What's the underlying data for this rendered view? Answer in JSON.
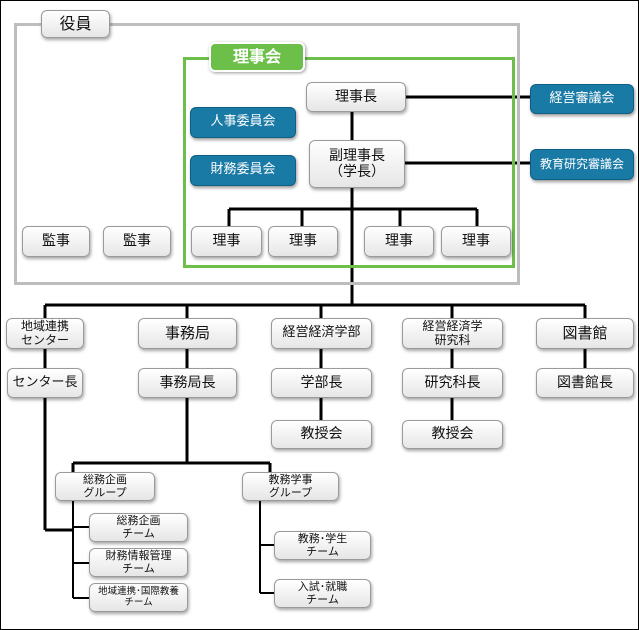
{
  "officers_label": "役員",
  "board_label": "理事会",
  "board": {
    "chair": "理事長",
    "vice_chair": "副理事長\n（学長）",
    "hr_committee": "人事委員会",
    "finance_committee": "財務委員会",
    "directors": [
      "理事",
      "理事",
      "理事",
      "理事"
    ]
  },
  "auditors": [
    "監事",
    "監事"
  ],
  "councils": {
    "management": "経営審議会",
    "education_research": "教育研究審議会"
  },
  "units": {
    "regional_center": {
      "name": "地域連携\nセンター",
      "head": "センター長"
    },
    "secretariat": {
      "name": "事務局",
      "head": "事務局長"
    },
    "faculty": {
      "name": "経営経済学部",
      "head": "学部長",
      "council": "教授会"
    },
    "graduate_school": {
      "name": "経営経済学\n研究科",
      "head": "研究科長",
      "council": "教授会"
    },
    "library": {
      "name": "図書館",
      "head": "図書館長"
    }
  },
  "groups": {
    "general_affairs": {
      "name": "総務企画\nグループ",
      "teams": [
        "総務企画\nチーム",
        "財務情報管理\nチーム",
        "地域連携･国際教養\nチーム"
      ]
    },
    "academic_affairs": {
      "name": "教務学事\nグループ",
      "teams": [
        "教務･学生\nチーム",
        "入試･就職\nチーム"
      ]
    }
  }
}
